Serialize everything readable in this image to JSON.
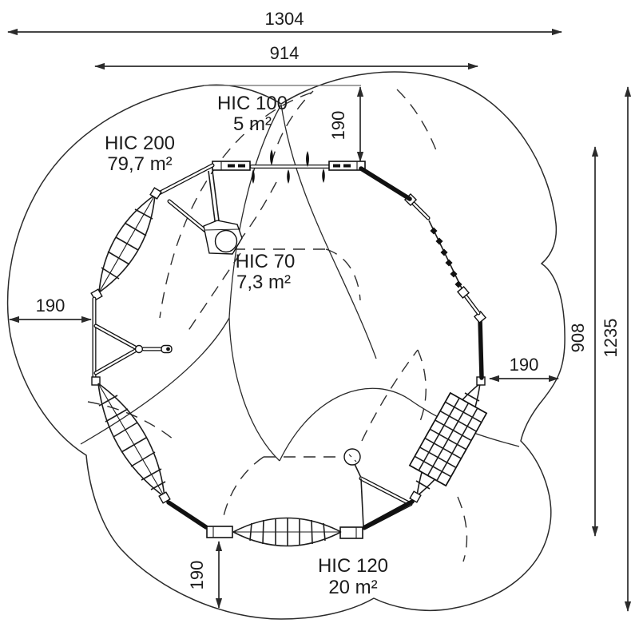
{
  "drawing": {
    "title": "playground-equipment-safety-zone-plan",
    "dimensions": {
      "overall_width": "1304",
      "inner_width": "914",
      "overall_height": "1235",
      "equipment_height": "908",
      "clearance_top": "190",
      "clearance_left": "190",
      "clearance_right": "190",
      "clearance_bottom": "190"
    },
    "hic_zones": [
      {
        "id": "hic-100",
        "label": "HIC 100",
        "area": "5 m²"
      },
      {
        "id": "hic-200",
        "label": "HIC 200",
        "area": "79,7 m²"
      },
      {
        "id": "hic-70",
        "label": "HIC 70",
        "area": "7,3 m²"
      },
      {
        "id": "hic-120",
        "label": "HIC 120",
        "area": "20 m²"
      }
    ],
    "colors": {
      "line": "#2b2b2b",
      "text": "#1c1c1c",
      "background": "#ffffff"
    }
  }
}
